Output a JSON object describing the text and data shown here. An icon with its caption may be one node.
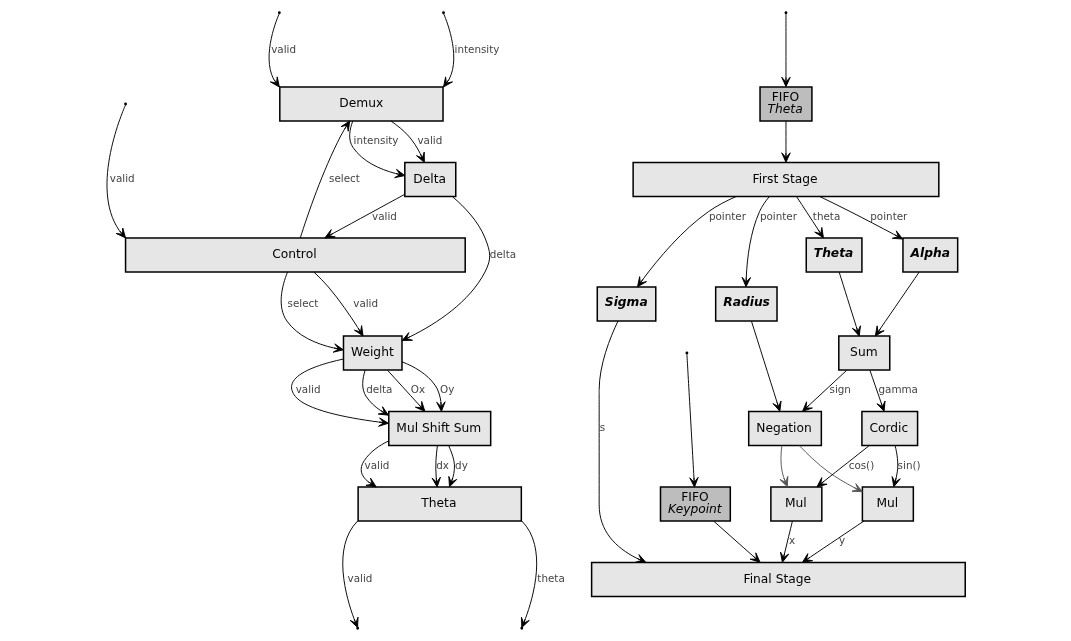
{
  "diagram": {
    "nodes": [
      {
        "text": [
          "Demux"
        ]
      },
      {
        "text": [
          "Delta"
        ]
      },
      {
        "text": [
          "Weight"
        ]
      },
      {
        "text": [
          "Mul Shift Sum"
        ]
      },
      {
        "text": [
          "Theta"
        ]
      },
      {
        "text": [
          "Control"
        ]
      },
      {
        "text": [
          "First Stage"
        ]
      },
      {
        "text": [
          "FIFO",
          "Theta"
        ]
      },
      {
        "text": [
          "Theta"
        ]
      },
      {
        "text": [
          "Alpha"
        ]
      },
      {
        "text": [
          "Radius"
        ]
      },
      {
        "text": [
          "Sigma"
        ]
      },
      {
        "text": [
          "Sum"
        ]
      },
      {
        "text": [
          "Negation"
        ]
      },
      {
        "text": [
          "Cordic"
        ]
      },
      {
        "text": [
          "FIFO",
          "Keypoint"
        ]
      },
      {
        "text": [
          "Mul"
        ]
      },
      {
        "text": [
          "Mul"
        ]
      },
      {
        "text": [
          "Final Stage"
        ]
      }
    ],
    "edges": [
      {
        "from": null,
        "to": 0,
        "arrow": "to",
        "label": "valid"
      },
      {
        "from": null,
        "to": 0,
        "arrow": "to",
        "label": "intensity"
      },
      {
        "from": 0,
        "to": 1,
        "arrow": "to",
        "label": "valid"
      },
      {
        "from": 0,
        "to": 1,
        "arrow": "to",
        "label": "intensity"
      },
      {
        "from": 1,
        "to": 2,
        "arrow": "to",
        "label": "delta"
      },
      {
        "from": 2,
        "to": 3,
        "arrow": "to",
        "label": "valid"
      },
      {
        "from": 2,
        "to": 3,
        "arrow": "to",
        "label": "delta"
      },
      {
        "from": 2,
        "to": 3,
        "arrow": "to",
        "label": "Ox"
      },
      {
        "from": 2,
        "to": 3,
        "arrow": "to",
        "label": "Oy"
      },
      {
        "from": 3,
        "to": 4,
        "arrow": "to",
        "label": "valid"
      },
      {
        "from": 3,
        "to": 4,
        "arrow": "to",
        "label": "dx"
      },
      {
        "from": 3,
        "to": 4,
        "arrow": "to",
        "label": "dy"
      },
      {
        "from": 4,
        "to": null,
        "arrow": "to",
        "label": "valid"
      },
      {
        "from": 4,
        "to": null,
        "arrow": "to",
        "label": "theta"
      },
      {
        "from": null,
        "to": 5,
        "arrow": "to",
        "label": "valid"
      },
      {
        "from": 5,
        "to": 0,
        "arrow": "to",
        "label": "select"
      },
      {
        "from": 1,
        "to": 5,
        "arrow": "to",
        "label": "valid"
      },
      {
        "from": 5,
        "to": 2,
        "arrow": "to",
        "label": "valid"
      },
      {
        "from": 5,
        "to": 2,
        "arrow": "to",
        "label": "select"
      },
      {
        "from": null,
        "to": 7,
        "arrow": "to"
      },
      {
        "from": 7,
        "to": 6,
        "arrow": "to"
      },
      {
        "from": null,
        "to": 15,
        "arrow": "to"
      },
      {
        "from": 6,
        "to": 8,
        "arrow": "to",
        "label": "theta"
      },
      {
        "from": 6,
        "to": 9,
        "arrow": "to",
        "label": "pointer"
      },
      {
        "from": 6,
        "to": 10,
        "arrow": "to",
        "label": "pointer"
      },
      {
        "from": 6,
        "to": 11,
        "arrow": "to",
        "label": "pointer"
      },
      {
        "from": 8,
        "to": 12,
        "arrow": "to"
      },
      {
        "from": 9,
        "to": 12,
        "arrow": "to"
      },
      {
        "from": 12,
        "to": 13,
        "arrow": "to",
        "label": "sign"
      },
      {
        "from": 10,
        "to": 13,
        "arrow": "to"
      },
      {
        "from": 12,
        "to": 14,
        "arrow": "to",
        "label": "gamma"
      },
      {
        "from": 14,
        "to": 16,
        "arrow": "to",
        "label": "cos()"
      },
      {
        "from": 14,
        "to": 17,
        "arrow": "to",
        "label": "sin()"
      },
      {
        "from": 13,
        "to": 16,
        "arrow": "to",
        "color": "#555555"
      },
      {
        "from": 13,
        "to": 17,
        "arrow": "to",
        "color": "#555555"
      },
      {
        "from": 15,
        "to": 18,
        "arrow": "to"
      },
      {
        "from": 16,
        "to": 18,
        "arrow": "to",
        "label": "x"
      },
      {
        "from": 17,
        "to": 18,
        "arrow": "to",
        "label": "y"
      },
      {
        "from": 11,
        "to": 18,
        "arrow": "to",
        "label": "s"
      }
    ]
  }
}
